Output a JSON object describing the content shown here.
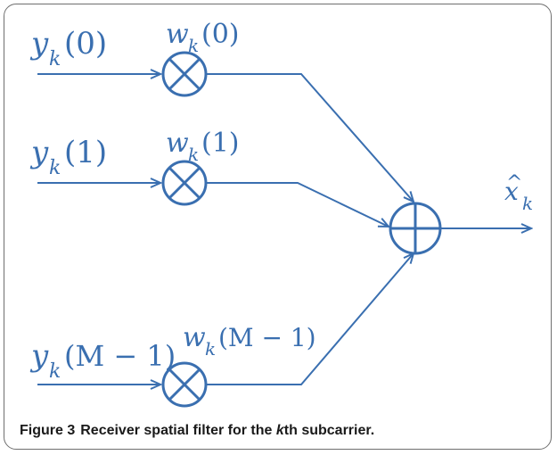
{
  "inputs": [
    {
      "y_base": "y",
      "y_sub": "k",
      "y_arg": "(0)",
      "w_base": "w",
      "w_sub": "k",
      "w_arg": "(0)"
    },
    {
      "y_base": "y",
      "y_sub": "k",
      "y_arg": "(1)",
      "w_base": "w",
      "w_sub": "k",
      "w_arg": "(1)"
    },
    {
      "y_base": "y",
      "y_sub": "k",
      "y_arg": "(M − 1)",
      "w_base": "w",
      "w_sub": "k",
      "w_arg": "(M − 1)"
    }
  ],
  "output": {
    "base": "x",
    "hat": "^",
    "sub": "k"
  },
  "caption": {
    "label": "Figure 3",
    "text_before": "Receiver spatial filter for the ",
    "text_italic": "k",
    "text_after": "th subcarrier."
  },
  "colors": {
    "stroke": "#3a6fb0",
    "text": "#3a6fb0",
    "caption": "#1a1a1a",
    "frame": "#6f6f6f"
  },
  "icons": {
    "multiplier": "circled-times-icon",
    "adder": "circled-plus-icon"
  }
}
